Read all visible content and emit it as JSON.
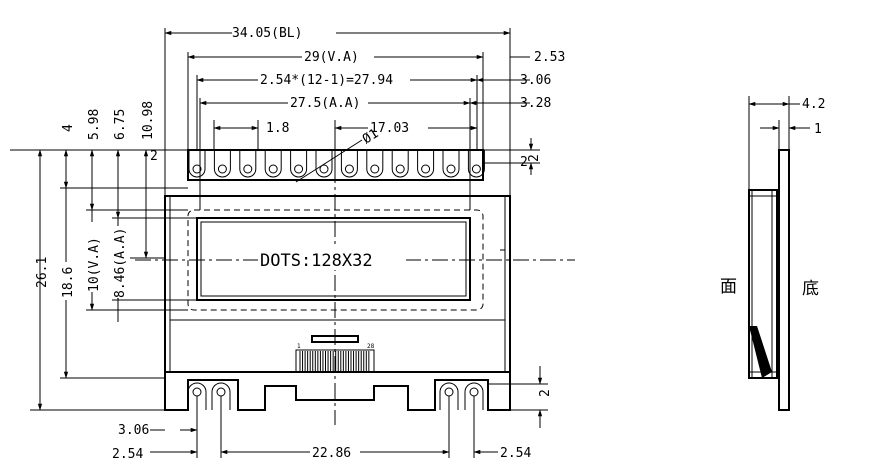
{
  "top_dims": {
    "overall": "34.05(BL)",
    "va": "29(V.A)",
    "pin_span": "2.54*(12-1)=27.94",
    "aa": "27.5(A.A)",
    "pin_offset": "1.8",
    "hole_offset": "17.03",
    "hole_dia": "Ø1"
  },
  "right_dims": {
    "va_margin": "2.53",
    "pin_margin": "3.06",
    "aa_margin": "3.28",
    "hole_height": "2"
  },
  "left_dims": {
    "d4": "4",
    "d598": "5.98",
    "d675": "6.75",
    "d1098": "10.98",
    "d2": "2",
    "height": "26.1",
    "d186": "18.6",
    "va_h": "10(V.A)",
    "aa_h": "8.46(A.A)"
  },
  "display": {
    "dots": "DOTS:128X32"
  },
  "fpc": {
    "pin_first": "1",
    "pin_last": "28"
  },
  "bottom_dims": {
    "margin_top": "3.06",
    "margin_bottom": "2.54",
    "span": "22.86",
    "right": "2.54",
    "pin_h": "2"
  },
  "side_view": {
    "thickness": "4.2",
    "glass": "1",
    "front_label": "面",
    "back_label": "底"
  }
}
